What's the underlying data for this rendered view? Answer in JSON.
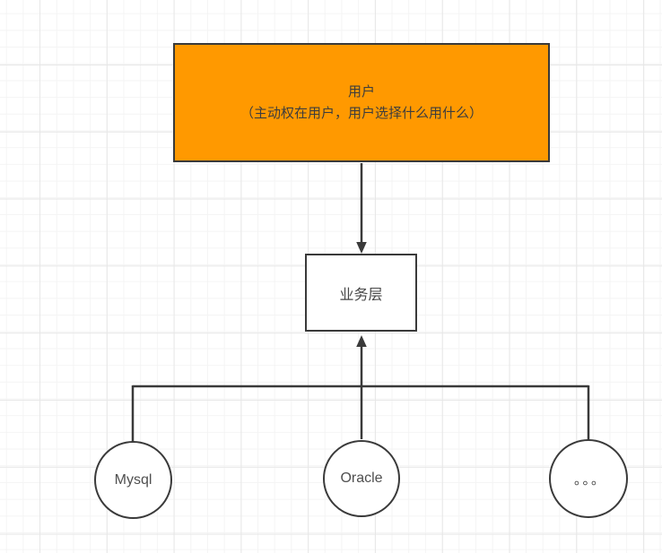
{
  "canvas": {
    "background": "#ffffff",
    "grid_minor_color": "#f4f4f4",
    "grid_major_color": "#e7e7e7"
  },
  "diagram": {
    "stroke_color": "#3a3a3a",
    "nodes": [
      {
        "id": "user",
        "shape": "rectangle",
        "fill": "#ff9900",
        "label_line1": "用户",
        "label_line2": "（主动权在用户，用户选择什么用什么）"
      },
      {
        "id": "business-layer",
        "shape": "rectangle",
        "fill": "#ffffff",
        "label": "业务层"
      },
      {
        "id": "mysql",
        "shape": "circle",
        "fill": "#ffffff",
        "label": "Mysql"
      },
      {
        "id": "oracle",
        "shape": "circle",
        "fill": "#ffffff",
        "label": "Oracle"
      },
      {
        "id": "other-databases",
        "shape": "circle",
        "fill": "#ffffff",
        "label": "。。。"
      }
    ],
    "edges": [
      {
        "from": "user",
        "to": "business-layer",
        "arrowhead": "down"
      },
      {
        "from": "oracle",
        "to": "business-layer",
        "arrowhead": "up"
      },
      {
        "from": "mysql",
        "to": "business-layer",
        "arrowhead": "none"
      },
      {
        "from": "other-databases",
        "to": "business-layer",
        "arrowhead": "none"
      }
    ]
  }
}
